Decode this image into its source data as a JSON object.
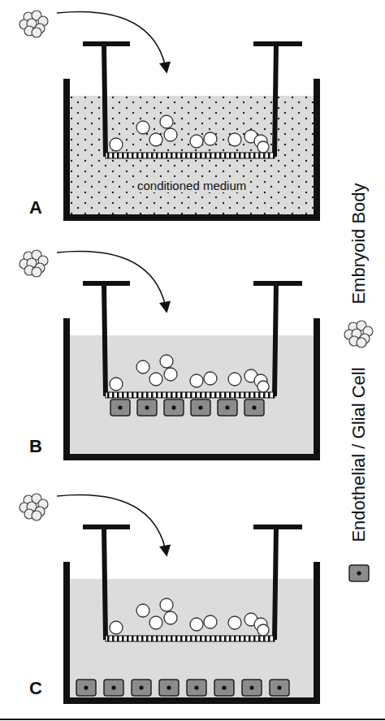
{
  "diagram": {
    "labels": [
      "A",
      "conditioned medium",
      "B",
      "C"
    ],
    "legend": [
      {
        "text": "Embryoid Body"
      },
      {
        "text": "Endothelial / Glial Cell"
      }
    ]
  }
}
